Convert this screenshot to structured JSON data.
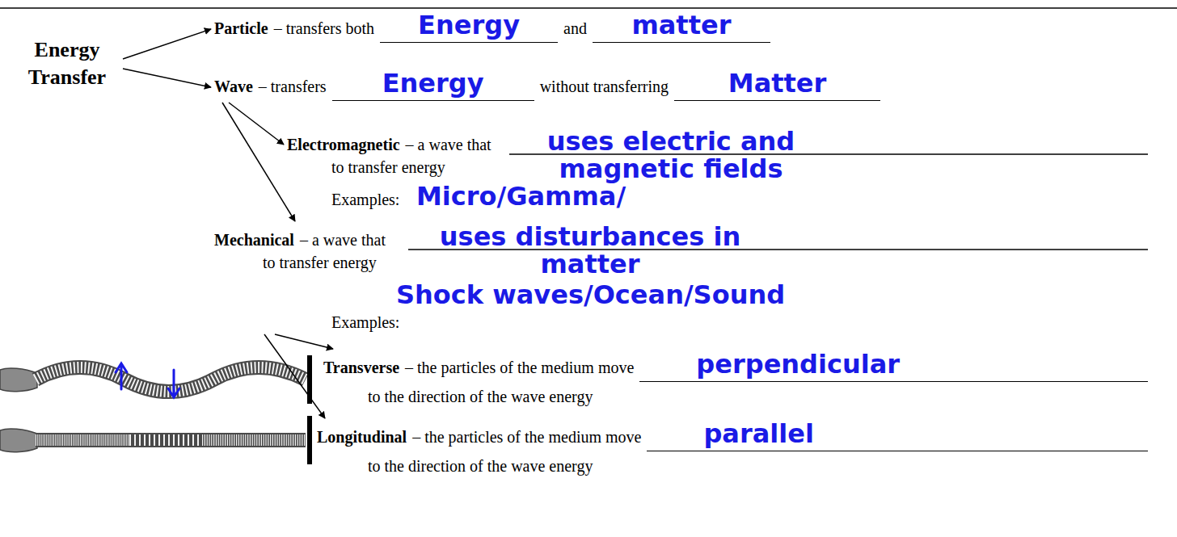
{
  "diagram": {
    "nodes": [
      {
        "text": [
          "Energy Transfer"
        ]
      },
      {
        "text": [
          "Particle",
          "– transfers both",
          "Energy",
          "and",
          "matter"
        ]
      },
      {
        "text": [
          "Wave",
          "– transfers",
          "Energy",
          "without transferring",
          "Matter"
        ]
      },
      {
        "text": [
          "Electromagnetic",
          "– a wave that",
          "uses electric and magnetic fields",
          "to transfer energy",
          "Examples:",
          "Micro/Gamma/"
        ]
      },
      {
        "text": [
          "Mechanical",
          "– a wave that",
          "uses disturbances in matter",
          "to transfer energy",
          "Examples:",
          "Shock waves/Ocean/Sound"
        ]
      },
      {
        "text": [
          "Transverse",
          "– the particles of the medium move",
          "perpendicular",
          "to the direction of the wave energy"
        ]
      },
      {
        "text": [
          "Longitudinal",
          "– the particles of the medium move",
          "parallel",
          "to the direction of the wave energy"
        ]
      }
    ],
    "edges": [
      {
        "from": 0,
        "to": 1,
        "arrow": "to"
      },
      {
        "from": 0,
        "to": 2,
        "arrow": "to"
      },
      {
        "from": 2,
        "to": 3,
        "arrow": "to"
      },
      {
        "from": 2,
        "to": 4,
        "arrow": "to"
      },
      {
        "from": 4,
        "to": 5,
        "arrow": "to"
      },
      {
        "from": 4,
        "to": 6,
        "arrow": "to"
      }
    ]
  }
}
